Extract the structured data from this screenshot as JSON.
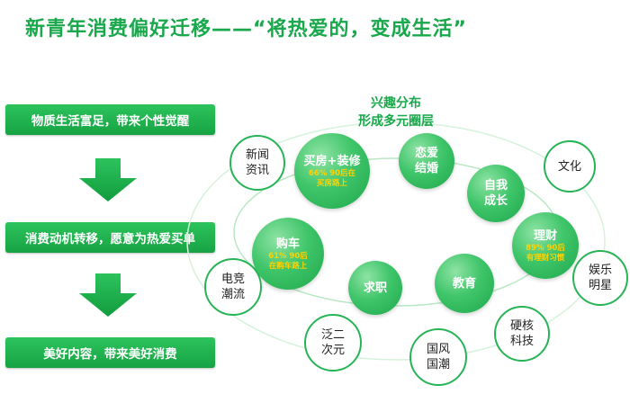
{
  "title": "新青年消费偏好迁移——“将热爱的，变成生活”",
  "flow": {
    "steps": [
      "物质生活富足，带来个性觉醒",
      "消费动机转移，愿意为热爱买单",
      "美好内容，带来美好消费"
    ]
  },
  "diagram": {
    "heading_line1": "兴趣分布",
    "heading_line2": "形成多元圈层",
    "colors": {
      "accent": "#19a84b",
      "green_node": "#2cb55a",
      "subtext": "#ffd200"
    },
    "green_nodes": [
      {
        "label": "买房+装修",
        "sub1": "66% 90后在",
        "sub2": "买房路上"
      },
      {
        "label": "恋爱",
        "label2": "结婚"
      },
      {
        "label": "自我",
        "label2": "成长"
      },
      {
        "label": "理财",
        "sub1": "89% 90后",
        "sub2": "有理财习惯"
      },
      {
        "label": "购车",
        "sub1": "61% 90后",
        "sub2": "在购车路上"
      },
      {
        "label": "求职"
      },
      {
        "label": "教育"
      }
    ],
    "outline_nodes": [
      {
        "label": "新闻",
        "label2": "资讯"
      },
      {
        "label": "文化"
      },
      {
        "label": "电竞",
        "label2": "潮流"
      },
      {
        "label": "娱乐",
        "label2": "明星"
      },
      {
        "label": "泛二",
        "label2": "次元"
      },
      {
        "label": "国风",
        "label2": "国潮"
      },
      {
        "label": "硬核",
        "label2": "科技"
      }
    ]
  }
}
